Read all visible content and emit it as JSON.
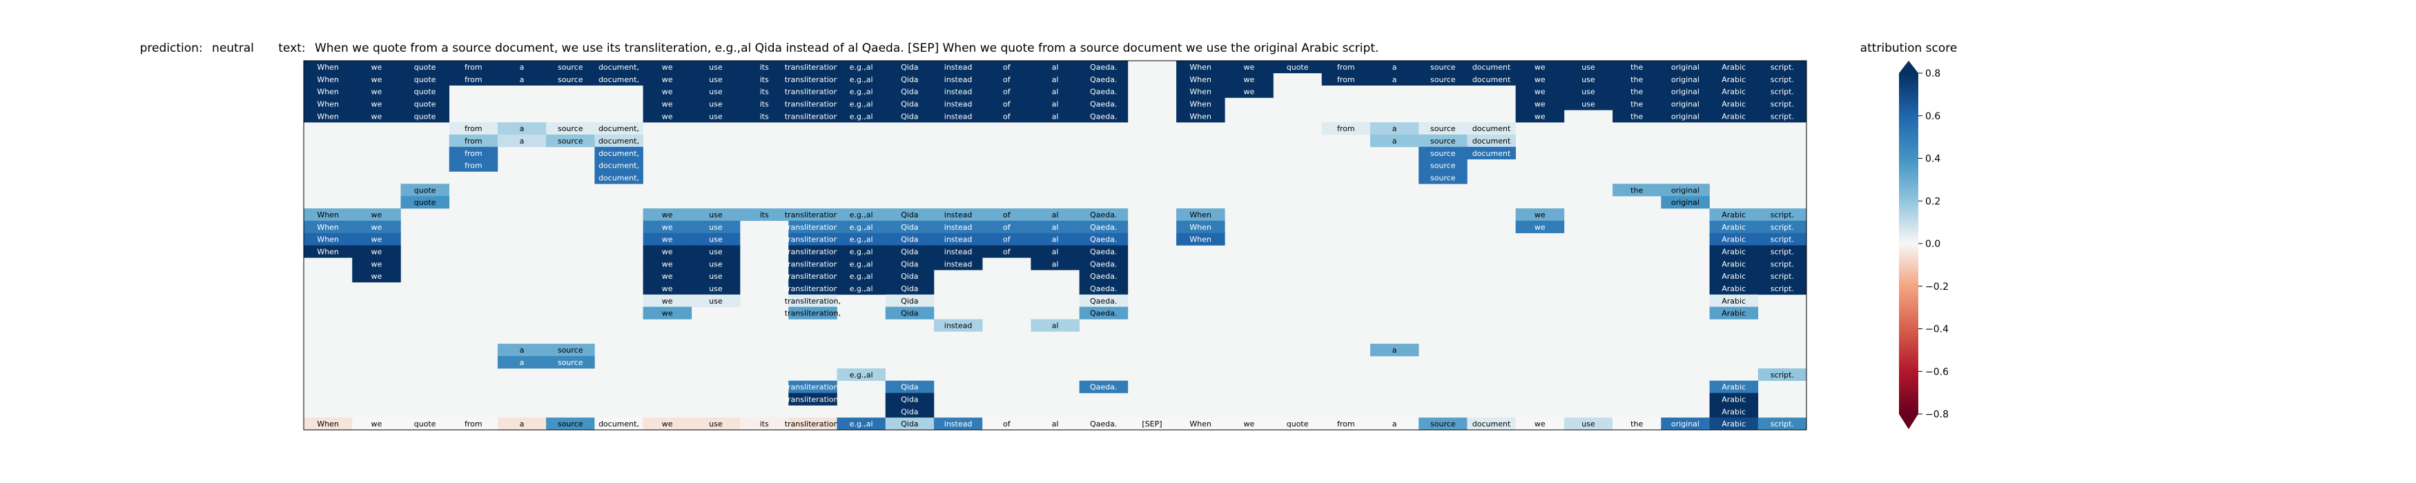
{
  "header": {
    "prediction_label": "prediction:",
    "prediction_value": "neutral",
    "text_label": "text:",
    "text_value": "When we quote from a source document, we use its transliteration, e.g.,al Qida instead of al Qaeda. [SEP] When we quote from a source document we use the original Arabic script."
  },
  "colorbar": {
    "title": "attribution score",
    "ticks": [
      "0.8",
      "0.6",
      "0.4",
      "0.2",
      "0.0",
      "−0.2",
      "−0.4",
      "−0.6",
      "−0.8"
    ],
    "range": [
      -0.8,
      0.8
    ],
    "colormap": "RdBu",
    "extend": "both"
  },
  "chart_data": {
    "type": "heatmap",
    "tokens": [
      "When",
      "we",
      "quote",
      "from",
      "a",
      "source",
      "document,",
      "we",
      "use",
      "its",
      "transliteration,",
      "e.g.,al",
      "Qida",
      "instead",
      "of",
      "al",
      "Qaeda.",
      "[SEP]",
      "When",
      "we",
      "quote",
      "from",
      "a",
      "source",
      "document",
      "we",
      "use",
      "the",
      "original",
      "Arabic",
      "script."
    ],
    "background_color": "#f4f6f6",
    "rows": [
      {
        "cells": [
          [
            0,
            1
          ],
          [
            1,
            1
          ],
          [
            2,
            1
          ],
          [
            3,
            1
          ],
          [
            4,
            1
          ],
          [
            5,
            1
          ],
          [
            6,
            1
          ],
          [
            7,
            1
          ],
          [
            8,
            1
          ],
          [
            9,
            1
          ],
          [
            10,
            1
          ],
          [
            11,
            1
          ],
          [
            12,
            1
          ],
          [
            13,
            1
          ],
          [
            14,
            1
          ],
          [
            15,
            1
          ],
          [
            16,
            1
          ],
          [
            18,
            1
          ],
          [
            19,
            1
          ],
          [
            20,
            1
          ],
          [
            21,
            1
          ],
          [
            22,
            1
          ],
          [
            23,
            1
          ],
          [
            24,
            1
          ],
          [
            25,
            1
          ],
          [
            26,
            1
          ],
          [
            27,
            1
          ],
          [
            28,
            1
          ],
          [
            29,
            1
          ],
          [
            30,
            1
          ]
        ]
      },
      {
        "cells": [
          [
            0,
            1
          ],
          [
            1,
            1
          ],
          [
            2,
            1
          ],
          [
            3,
            1
          ],
          [
            4,
            1
          ],
          [
            5,
            1
          ],
          [
            6,
            1
          ],
          [
            7,
            1
          ],
          [
            8,
            1
          ],
          [
            9,
            1
          ],
          [
            10,
            1
          ],
          [
            11,
            1
          ],
          [
            12,
            1
          ],
          [
            13,
            1
          ],
          [
            14,
            1
          ],
          [
            15,
            1
          ],
          [
            16,
            1
          ],
          [
            18,
            1
          ],
          [
            19,
            1
          ],
          [
            21,
            1
          ],
          [
            22,
            1
          ],
          [
            23,
            1
          ],
          [
            24,
            1
          ],
          [
            25,
            1
          ],
          [
            26,
            1
          ],
          [
            27,
            1
          ],
          [
            28,
            1
          ],
          [
            29,
            1
          ],
          [
            30,
            1
          ]
        ]
      },
      {
        "cells": [
          [
            0,
            1
          ],
          [
            1,
            1
          ],
          [
            2,
            1
          ],
          [
            7,
            1
          ],
          [
            8,
            1
          ],
          [
            9,
            1
          ],
          [
            10,
            1
          ],
          [
            11,
            1
          ],
          [
            12,
            1
          ],
          [
            13,
            1
          ],
          [
            14,
            1
          ],
          [
            15,
            1
          ],
          [
            16,
            1
          ],
          [
            18,
            1
          ],
          [
            19,
            1
          ],
          [
            25,
            1
          ],
          [
            26,
            1
          ],
          [
            27,
            1
          ],
          [
            28,
            1
          ],
          [
            29,
            1
          ],
          [
            30,
            1
          ]
        ]
      },
      {
        "cells": [
          [
            0,
            1
          ],
          [
            1,
            1
          ],
          [
            2,
            1
          ],
          [
            7,
            1
          ],
          [
            8,
            1
          ],
          [
            9,
            1
          ],
          [
            10,
            1
          ],
          [
            11,
            1
          ],
          [
            12,
            1
          ],
          [
            13,
            1
          ],
          [
            14,
            1
          ],
          [
            15,
            1
          ],
          [
            16,
            1
          ],
          [
            18,
            1
          ],
          [
            25,
            1
          ],
          [
            26,
            1
          ],
          [
            27,
            1
          ],
          [
            28,
            1
          ],
          [
            29,
            1
          ],
          [
            30,
            1
          ]
        ]
      },
      {
        "cells": [
          [
            0,
            1
          ],
          [
            1,
            1
          ],
          [
            2,
            1
          ],
          [
            7,
            1
          ],
          [
            8,
            1
          ],
          [
            9,
            1
          ],
          [
            10,
            1
          ],
          [
            11,
            1
          ],
          [
            12,
            1
          ],
          [
            13,
            1
          ],
          [
            14,
            1
          ],
          [
            15,
            1
          ],
          [
            16,
            1
          ],
          [
            18,
            1
          ],
          [
            25,
            1
          ],
          [
            27,
            1
          ],
          [
            28,
            1
          ],
          [
            29,
            1
          ],
          [
            30,
            1
          ]
        ]
      },
      {
        "cells": [
          [
            3,
            0.05
          ],
          [
            4,
            0.15
          ],
          [
            5,
            0.05
          ],
          [
            6,
            0.05
          ],
          [
            21,
            0.05
          ],
          [
            22,
            0.15
          ],
          [
            23,
            0.05
          ],
          [
            24,
            0.05
          ]
        ]
      },
      {
        "cells": [
          [
            3,
            0.2
          ],
          [
            4,
            0.1
          ],
          [
            5,
            0.2
          ],
          [
            6,
            0.1
          ],
          [
            22,
            0.2
          ],
          [
            23,
            0.2
          ],
          [
            24,
            0.1
          ]
        ]
      },
      {
        "cells": [
          [
            3,
            0.55
          ],
          [
            6,
            0.55
          ],
          [
            23,
            0.55
          ],
          [
            24,
            0.55
          ]
        ]
      },
      {
        "cells": [
          [
            3,
            0.55
          ],
          [
            6,
            0.55
          ],
          [
            23,
            0.55
          ]
        ]
      },
      {
        "cells": [
          [
            6,
            0.55
          ],
          [
            23,
            0.55
          ]
        ]
      },
      {
        "cells": [
          [
            2,
            0.3
          ],
          [
            27,
            0.3
          ],
          [
            28,
            0.3
          ]
        ]
      },
      {
        "cells": [
          [
            2,
            0.4
          ],
          [
            28,
            0.4
          ]
        ]
      },
      {
        "cells": [
          [
            0,
            0.3
          ],
          [
            1,
            0.3
          ],
          [
            7,
            0.3
          ],
          [
            8,
            0.3
          ],
          [
            9,
            0.3
          ],
          [
            10,
            0.3
          ],
          [
            11,
            0.3
          ],
          [
            12,
            0.3
          ],
          [
            13,
            0.3
          ],
          [
            14,
            0.3
          ],
          [
            15,
            0.3
          ],
          [
            16,
            0.3
          ],
          [
            18,
            0.3
          ],
          [
            25,
            0.3
          ],
          [
            29,
            0.3
          ],
          [
            30,
            0.3
          ]
        ]
      },
      {
        "cells": [
          [
            0,
            0.5
          ],
          [
            1,
            0.5
          ],
          [
            7,
            0.5
          ],
          [
            8,
            0.5
          ],
          [
            10,
            0.5
          ],
          [
            11,
            0.5
          ],
          [
            12,
            0.5
          ],
          [
            13,
            0.5
          ],
          [
            14,
            0.5
          ],
          [
            15,
            0.5
          ],
          [
            16,
            0.5
          ],
          [
            18,
            0.5
          ],
          [
            25,
            0.5
          ],
          [
            29,
            0.5
          ],
          [
            30,
            0.5
          ]
        ]
      },
      {
        "cells": [
          [
            0,
            0.6
          ],
          [
            1,
            0.6
          ],
          [
            7,
            0.6
          ],
          [
            8,
            0.6
          ],
          [
            10,
            0.6
          ],
          [
            11,
            0.6
          ],
          [
            12,
            0.6
          ],
          [
            13,
            0.6
          ],
          [
            14,
            0.6
          ],
          [
            15,
            0.6
          ],
          [
            16,
            0.6
          ],
          [
            18,
            0.6
          ],
          [
            29,
            0.6
          ],
          [
            30,
            0.6
          ]
        ]
      },
      {
        "cells": [
          [
            0,
            0.8
          ],
          [
            1,
            0.8
          ],
          [
            7,
            0.8
          ],
          [
            8,
            0.8
          ],
          [
            10,
            0.8
          ],
          [
            11,
            0.8
          ],
          [
            12,
            0.8
          ],
          [
            13,
            0.8
          ],
          [
            14,
            0.8
          ],
          [
            15,
            0.8
          ],
          [
            16,
            0.8
          ],
          [
            29,
            0.8
          ],
          [
            30,
            0.8
          ]
        ]
      },
      {
        "cells": [
          [
            1,
            0.8
          ],
          [
            7,
            0.8
          ],
          [
            8,
            0.8
          ],
          [
            10,
            0.8
          ],
          [
            11,
            0.8
          ],
          [
            12,
            0.8
          ],
          [
            13,
            0.8
          ],
          [
            15,
            0.8
          ],
          [
            16,
            0.8
          ],
          [
            29,
            0.8
          ],
          [
            30,
            0.8
          ]
        ]
      },
      {
        "cells": [
          [
            1,
            0.8
          ],
          [
            7,
            0.8
          ],
          [
            8,
            0.8
          ],
          [
            10,
            0.8
          ],
          [
            11,
            0.8
          ],
          [
            12,
            0.8
          ],
          [
            16,
            0.8
          ],
          [
            29,
            0.8
          ],
          [
            30,
            0.8
          ]
        ]
      },
      {
        "cells": [
          [
            7,
            0.8
          ],
          [
            8,
            0.8
          ],
          [
            10,
            0.8
          ],
          [
            11,
            0.8
          ],
          [
            12,
            0.8
          ],
          [
            16,
            0.8
          ],
          [
            29,
            0.8
          ],
          [
            30,
            0.8
          ]
        ]
      },
      {
        "cells": [
          [
            7,
            0.05
          ],
          [
            8,
            0.05
          ],
          [
            10,
            0.05
          ],
          [
            12,
            0.05
          ],
          [
            16,
            0.05
          ],
          [
            29,
            0.05
          ]
        ]
      },
      {
        "cells": [
          [
            7,
            0.35
          ],
          [
            10,
            0.35
          ],
          [
            12,
            0.35
          ],
          [
            16,
            0.35
          ],
          [
            29,
            0.35
          ]
        ]
      },
      {
        "cells": [
          [
            13,
            0.15
          ],
          [
            15,
            0.15
          ]
        ]
      },
      {
        "cells": []
      },
      {
        "cells": [
          [
            4,
            0.3
          ],
          [
            5,
            0.3
          ],
          [
            22,
            0.3
          ]
        ]
      },
      {
        "cells": [
          [
            4,
            0.45
          ],
          [
            5,
            0.45
          ]
        ]
      },
      {
        "cells": [
          [
            11,
            0.15
          ],
          [
            30,
            0.2
          ]
        ]
      },
      {
        "cells": [
          [
            10,
            0.5
          ],
          [
            12,
            0.5
          ],
          [
            16,
            0.5
          ],
          [
            29,
            0.5
          ]
        ]
      },
      {
        "cells": [
          [
            10,
            0.8
          ],
          [
            12,
            0.8
          ],
          [
            29,
            0.8
          ]
        ]
      },
      {
        "cells": [
          [
            12,
            0.8
          ],
          [
            29,
            0.8
          ]
        ]
      },
      {
        "cells": [
          [
            0,
            -0.05
          ],
          [
            1,
            0
          ],
          [
            2,
            0
          ],
          [
            3,
            0
          ],
          [
            4,
            -0.05
          ],
          [
            5,
            0.4
          ],
          [
            6,
            0
          ],
          [
            7,
            -0.05
          ],
          [
            8,
            -0.05
          ],
          [
            9,
            -0.02
          ],
          [
            10,
            -0.05
          ],
          [
            11,
            0.55
          ],
          [
            12,
            0.15
          ],
          [
            13,
            0.5
          ],
          [
            14,
            0
          ],
          [
            15,
            0
          ],
          [
            16,
            0
          ],
          [
            17,
            0
          ],
          [
            18,
            0
          ],
          [
            19,
            0
          ],
          [
            20,
            0
          ],
          [
            21,
            0
          ],
          [
            22,
            0
          ],
          [
            23,
            0.35
          ],
          [
            24,
            0.05
          ],
          [
            25,
            0
          ],
          [
            26,
            0.1
          ],
          [
            27,
            0
          ],
          [
            28,
            0.55
          ],
          [
            29,
            0.7
          ],
          [
            30,
            0.45
          ]
        ]
      }
    ]
  }
}
